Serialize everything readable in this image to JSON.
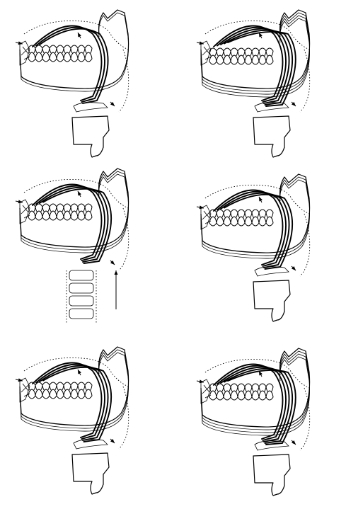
{
  "figure": {
    "panels": [
      {
        "id": "p1",
        "name": "panel-top-left",
        "hyoid": "airway",
        "offset": 0,
        "spread": 2
      },
      {
        "id": "p2",
        "name": "panel-top-right",
        "hyoid": "airway",
        "offset": 8,
        "spread": 4
      },
      {
        "id": "p3",
        "name": "panel-middle-left",
        "hyoid": "spine",
        "offset": 0,
        "spread": 3
      },
      {
        "id": "p4",
        "name": "panel-middle-right",
        "hyoid": "airway",
        "offset": 0,
        "spread": 3
      },
      {
        "id": "p5",
        "name": "panel-bottom-left",
        "hyoid": "airway",
        "offset": 0,
        "spread": 3
      },
      {
        "id": "p6",
        "name": "panel-bottom-right",
        "hyoid": "airway",
        "offset": 0,
        "spread": 4
      }
    ]
  }
}
